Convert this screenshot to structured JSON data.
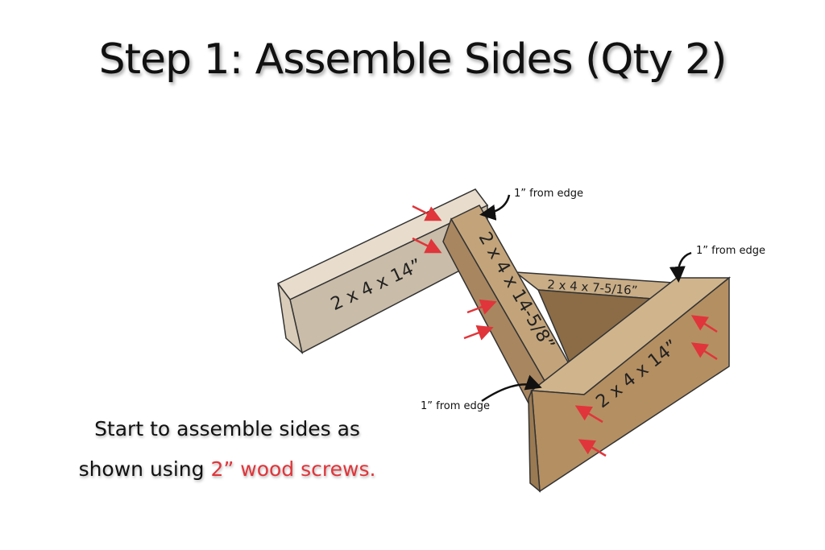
{
  "title": "Step 1: Assemble Sides (Qty 2)",
  "caption": {
    "line1": "Start to assemble sides as",
    "line2_prefix": "shown using ",
    "line2_highlight": "2” wood screws."
  },
  "boards": {
    "back_leg": "2 x 4 x 14”",
    "diagonal": "2 x 4 x 14-5/8”",
    "brace": "2 x 4 x 7-5/16”",
    "front_leg": "2 x 4 x 14”"
  },
  "callouts": {
    "top": "1” from edge",
    "right": "1” from edge",
    "bottom": "1” from edge"
  },
  "colors": {
    "wood_light": "#ded2c0",
    "wood_mid": "#c5a982",
    "wood_face": "#b08f65",
    "wood_dark": "#9a7a52",
    "arrow": "#e0353a",
    "highlight_text": "#e0353a"
  }
}
